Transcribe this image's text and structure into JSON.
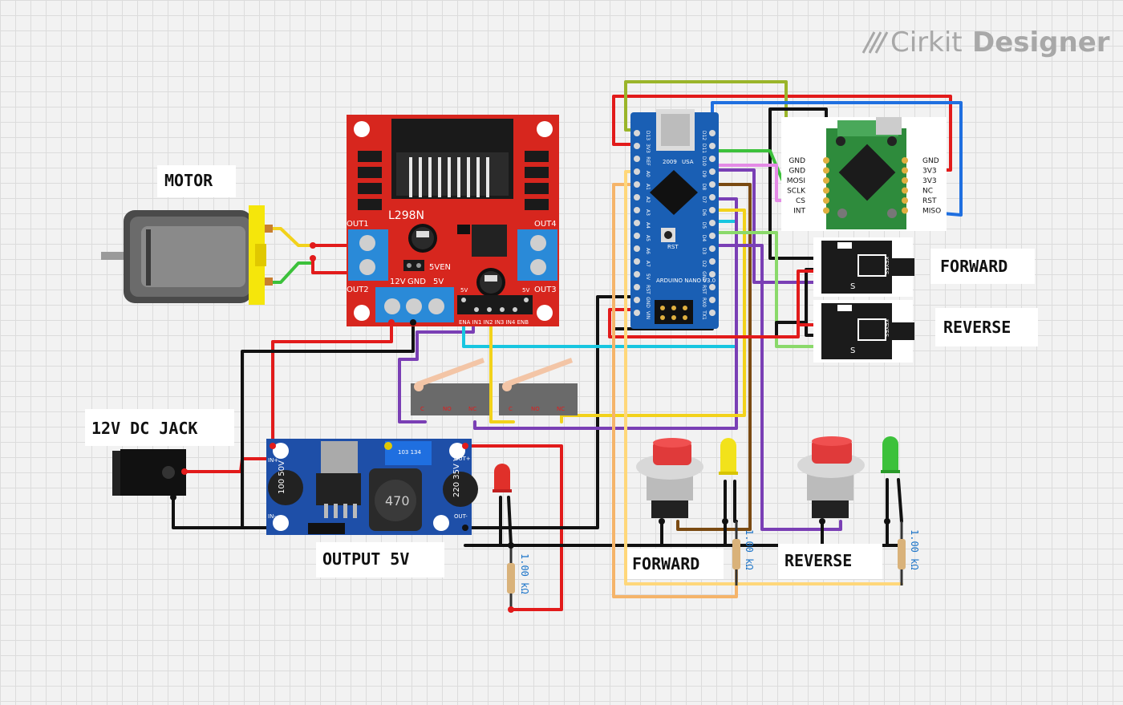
{
  "brand": {
    "name": "Cirkit",
    "product": "Designer"
  },
  "labels": {
    "motor": "MOTOR",
    "jack": "12V DC JACK",
    "output": "OUTPUT 5V",
    "forward_btn": "FORWARD",
    "reverse_btn": "REVERSE",
    "forward_sensor": "FORWARD",
    "reverse_sensor": "REVERSE"
  },
  "l298n": {
    "name": "L298N",
    "out1": "OUT1",
    "out2": "OUT2",
    "out3": "OUT3",
    "out4": "OUT4",
    "v12": "12V",
    "gnd": "GND",
    "v5": "5V",
    "v5en": "5VEN",
    "v5a": "5V",
    "v5b": "5V",
    "pins": "ENA IN1 IN2 IN3 IN4 ENB"
  },
  "buck": {
    "in_plus": "IN+",
    "in_minus": "IN-",
    "out_plus": "OUT+",
    "out_minus": "OUT-",
    "cap1": "100 50V VT",
    "cap2": "220 35V VT",
    "inductor": "470",
    "pot": "103 134"
  },
  "nano": {
    "title": "ARDUINO NANO V3.0",
    "usa": "USA",
    "year": "2009",
    "rst": "RST",
    "left_pins": [
      "D13",
      "3V3",
      "REF",
      "A0",
      "A1",
      "A2",
      "A3",
      "A4",
      "A5",
      "A6",
      "A7",
      "5V",
      "RST",
      "GND",
      "VIN"
    ],
    "right_pins": [
      "D12",
      "D11",
      "D10",
      "D9",
      "D8",
      "D7",
      "D6",
      "D5",
      "D4",
      "D3",
      "D2",
      "GND",
      "RST",
      "RX0",
      "TX1"
    ]
  },
  "nfc": {
    "left_pins": [
      "GND",
      "GND",
      "MOSI",
      "SCLK",
      "CS",
      "INT"
    ],
    "right_pins": [
      "GND",
      "3V3",
      "3V3",
      "NC",
      "RST",
      "MISO"
    ]
  },
  "sensor": {
    "label": "KEYES",
    "s": "S"
  },
  "switch": {
    "c": "C",
    "no": "NO",
    "nc": "NC"
  },
  "resistor": {
    "value": "1.00 kΩ"
  },
  "colors": {
    "red": "#e21b1b",
    "black": "#111111",
    "yellow": "#f2d21b",
    "green": "#3cc13b",
    "blue": "#1f6fe0",
    "purple": "#7a3fb5",
    "cyan": "#18c6e0",
    "orange": "#f5b46a",
    "pink": "#e48ae6",
    "lime": "#8ad96a",
    "brown": "#7a4a12",
    "olive": "#9ab52a",
    "board_red": "#d7261e",
    "nano_blue": "#1a5fb4",
    "buck_blue": "#1e4fa8"
  }
}
